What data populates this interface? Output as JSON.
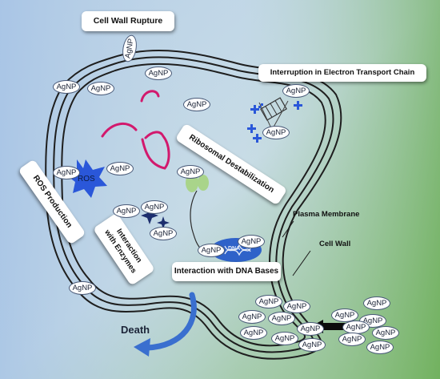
{
  "labels": {
    "cell_wall_rupture": "Cell Wall Rupture",
    "interruption_etc": "Interruption in Electron Transport Chain",
    "ribosomal": "Ribosomal Destabilization",
    "ros_production": "ROS Production",
    "enzymes_line1": "Interaction",
    "enzymes_line2": "with Enzymes",
    "dna_bases": "Interaction with DNA Bases",
    "plasma_membrane": "Plasma Membrane",
    "cell_wall": "Cell Wall",
    "death": "Death",
    "ros": "ROS",
    "dna_marker": "DNA"
  },
  "particle_label": "AgNP",
  "colors": {
    "background_left": "#a9c6e6",
    "background_right": "#7fb76b",
    "membrane": "#222222",
    "ros_star": "#2a57d9",
    "ribosome": "#a9d48a",
    "rna_strands": "#d2196d",
    "electron_cross": "#2a57d9",
    "death_arrow": "#3a6fcf"
  },
  "icons": [
    "ros-burst-icon",
    "ribosome-icon",
    "dna-helix-icon",
    "enzyme-star-icon",
    "death-arrow-icon",
    "electron-cross-icon"
  ]
}
